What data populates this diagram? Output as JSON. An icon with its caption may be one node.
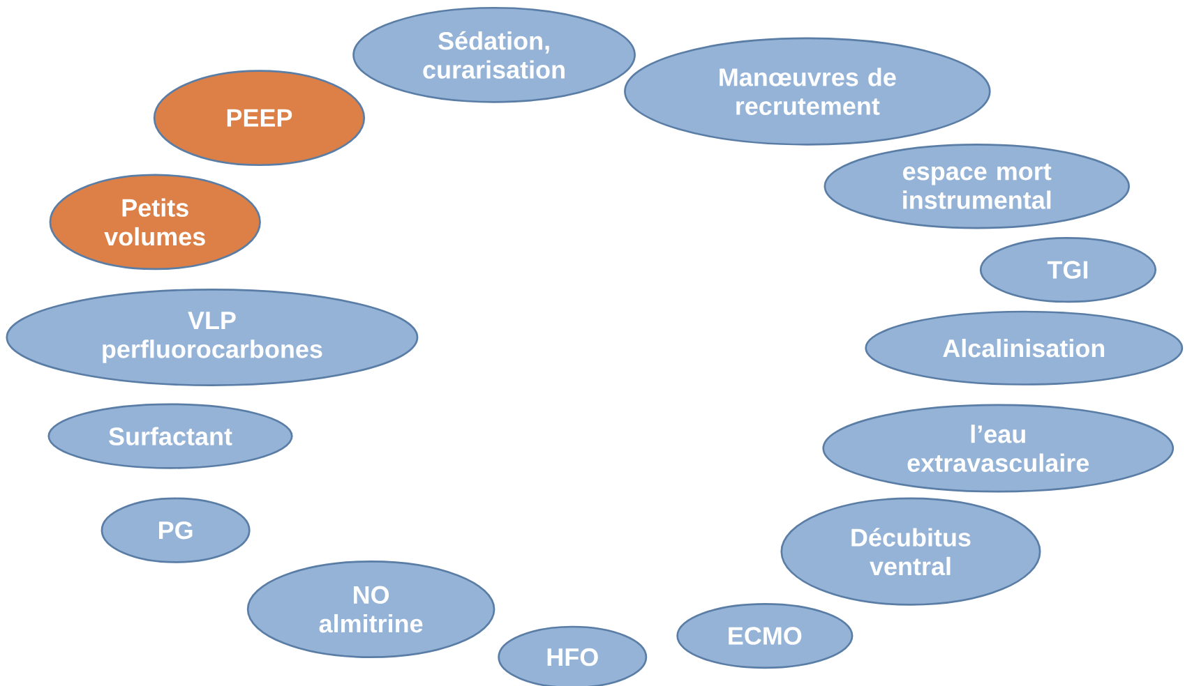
{
  "diagram": {
    "nodes": [
      {
        "text": [
          "Sédation, curarisation"
        ]
      },
      {
        "text": [
          "Manœuvres de recrutement"
        ]
      },
      {
        "text": [
          "espace mort instrumental"
        ]
      },
      {
        "text": [
          "TGI"
        ]
      },
      {
        "text": [
          "Alcalinisation"
        ]
      },
      {
        "text": [
          "l’eau extravasculaire"
        ]
      },
      {
        "text": [
          "Décubitus ventral"
        ]
      },
      {
        "text": [
          "ECMO"
        ]
      },
      {
        "text": [
          "HFO"
        ]
      },
      {
        "text": [
          "NO almitrine"
        ]
      },
      {
        "text": [
          "PG"
        ]
      },
      {
        "text": [
          "Surfactant"
        ]
      },
      {
        "text": [
          "VLP perfluorocarbones"
        ]
      },
      {
        "text": [
          "Petits volumes"
        ]
      },
      {
        "text": [
          "PEEP"
        ]
      }
    ]
  }
}
